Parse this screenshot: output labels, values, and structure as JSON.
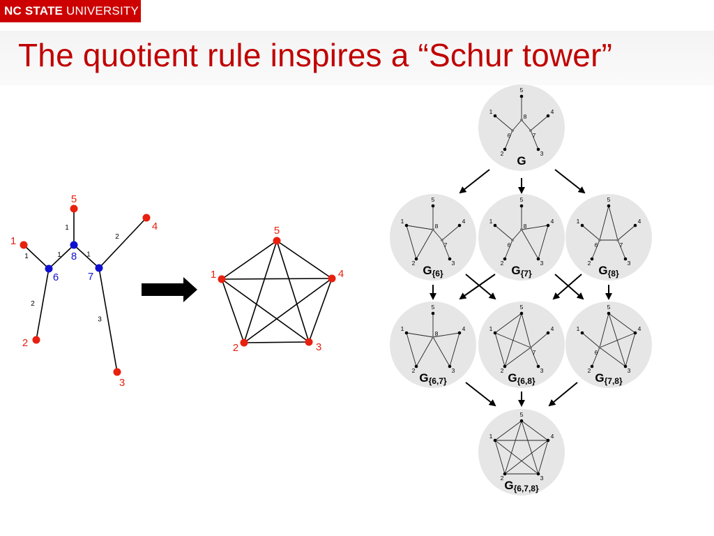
{
  "header": {
    "logo_bold": "NC STATE",
    "logo_rest": " UNIVERSITY",
    "title": "The quotient rule inspires a “Schur tower”"
  },
  "colors": {
    "brand_red": "#cc0000",
    "title_red": "#c00000",
    "terminal_node": "#e8200f",
    "internal_node": "#1010d0",
    "circle_bg": "#e6e6e6"
  },
  "tree": {
    "nodes": [
      {
        "id": "1",
        "color": "red"
      },
      {
        "id": "2",
        "color": "red"
      },
      {
        "id": "3",
        "color": "red"
      },
      {
        "id": "4",
        "color": "red"
      },
      {
        "id": "5",
        "color": "red"
      },
      {
        "id": "6",
        "color": "blue"
      },
      {
        "id": "7",
        "color": "blue"
      },
      {
        "id": "8",
        "color": "blue"
      }
    ],
    "edges": [
      {
        "from": "1",
        "to": "6",
        "weight": "1"
      },
      {
        "from": "6",
        "to": "8",
        "weight": "1"
      },
      {
        "from": "8",
        "to": "5",
        "weight": "1"
      },
      {
        "from": "8",
        "to": "7",
        "weight": "1"
      },
      {
        "from": "7",
        "to": "4",
        "weight": "2"
      },
      {
        "from": "6",
        "to": "2",
        "weight": "2"
      },
      {
        "from": "7",
        "to": "3",
        "weight": "3"
      }
    ]
  },
  "pentagon": {
    "nodes": [
      "1",
      "2",
      "3",
      "4",
      "5"
    ]
  },
  "tower": [
    {
      "name": "G",
      "sub": ""
    },
    {
      "name": "G",
      "sub": "{6}"
    },
    {
      "name": "G",
      "sub": "{7}"
    },
    {
      "name": "G",
      "sub": "{8}"
    },
    {
      "name": "G",
      "sub": "{6,7}"
    },
    {
      "name": "G",
      "sub": "{6,8}"
    },
    {
      "name": "G",
      "sub": "{7,8}"
    },
    {
      "name": "G",
      "sub": "{6,7,8}"
    }
  ]
}
